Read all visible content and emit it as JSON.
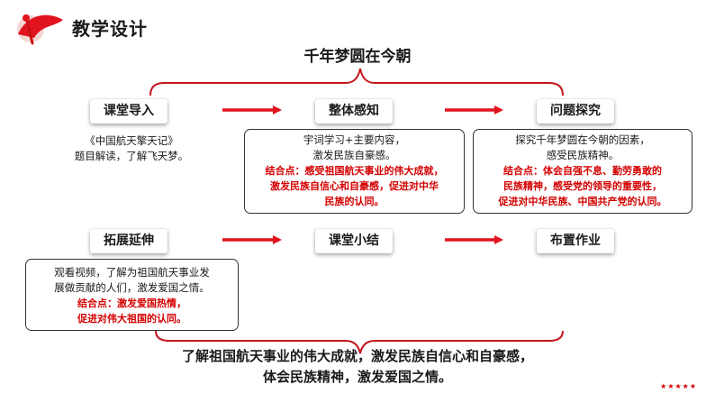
{
  "header": {
    "title": "教学设计"
  },
  "diagram": {
    "title": "千年梦圆在今朝",
    "stages": {
      "intro": "课堂导入",
      "perceive": "整体感知",
      "explore": "问题探究",
      "extend": "拓展延伸",
      "summary": "课堂小结",
      "homework": "布置作业"
    },
    "intro_text": [
      "《中国航天擎天记》",
      "题目解读，了解飞天梦。"
    ],
    "perceive_box": {
      "text": [
        "宇词学习+主要内容，",
        "激发民族自豪感。"
      ],
      "note": [
        "结合点：感受祖国航天事业的伟大成就，",
        "激发民族自信心和自豪感，促进对中华",
        "民族的认同。"
      ]
    },
    "explore_box": {
      "text": [
        "探究千年梦圆在今朝的因素，",
        "感受民族精神。"
      ],
      "note": [
        "结合点：体会自强不息、勤劳勇敢的",
        "民族精神，感受党的领导的重要性，",
        "促进对中华民族、中国共产党的认同。"
      ]
    },
    "extend_box": {
      "text": [
        "观看视频，了解为祖国航天事业发",
        "展做贡献的人们，激发爱国之情。"
      ],
      "note": [
        "结合点：激发爱国热情，",
        "促进对伟大祖国的认同。"
      ]
    },
    "conclusion": [
      "了解祖国航天事业的伟大成就，激发民族自信心和自豪感，",
      "体会民族精神，激发爱国之情。"
    ]
  },
  "decor": {
    "stars": "★★★★★"
  },
  "colors": {
    "accent_red": "#e1141e",
    "note_red": "#d40000",
    "bracket": "#c4161c"
  }
}
